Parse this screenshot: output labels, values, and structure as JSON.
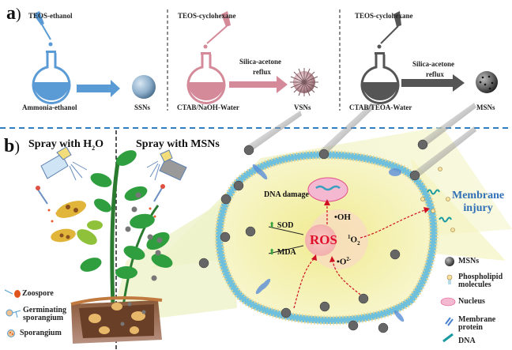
{
  "panel_a": {
    "letter": "a",
    "step1": {
      "reagent": "TEOS-ethanol",
      "solvent": "Ammonia-ethanol",
      "product": "SSNs",
      "color": "#5b9bd5"
    },
    "step2": {
      "reagent": "TEOS-cyclohexane",
      "solvent": "CTAB/NaOH-Water",
      "arrow_label_1": "Silica-acetone",
      "arrow_label_2": "reflux",
      "product": "VSNs",
      "color": "#d48a99"
    },
    "step3": {
      "reagent": "TEOS-cyclohexane",
      "solvent": "CTAB/TEOA-Water",
      "arrow_label_1": "Silica-acetone",
      "arrow_label_2": "reflux",
      "product": "MSNs",
      "color": "#555555"
    }
  },
  "panel_b": {
    "letter": "b",
    "spray_left_prefix": "Spray with H",
    "spray_left_sub": "2",
    "spray_left_suffix": "O",
    "spray_right": "Spray with MSNs",
    "plant_legend": [
      {
        "icon": "zoospore-icon",
        "label": "Zoospore"
      },
      {
        "icon": "germinating-sporangium-icon",
        "label_1": "Germinating",
        "label_2": "sporangium"
      },
      {
        "icon": "sporangium-icon",
        "label": "Sporangium"
      }
    ],
    "cell": {
      "dna_damage": "DNA damage",
      "ros": "ROS",
      "oh": "•OH",
      "singlet_sup": "1",
      "singlet_main": "O",
      "singlet_sub": "2",
      "superoxide_main": "•O",
      "superoxide_sup": "2-",
      "sod": "SOD",
      "mda": "MDA",
      "up_arrow": "⬆",
      "membrane_injury_1": "Membrane",
      "membrane_injury_2": "injury"
    },
    "cell_legend": [
      {
        "icon": "msn-icon",
        "label": "MSNs"
      },
      {
        "icon": "phospholipid-icon",
        "label_1": "Phospholipid",
        "label_2": "molecules"
      },
      {
        "icon": "nucleus-icon",
        "label": "Nucleus"
      },
      {
        "icon": "membrane-protein-icon",
        "label_1": "Membrane",
        "label_2": "protein"
      },
      {
        "icon": "dna-icon",
        "label": "DNA"
      }
    ]
  },
  "colors": {
    "divider": "#2f7fc8",
    "ros_red": "#e0102a",
    "membrane_blue": "#6fc0dc",
    "cell_yellow": "#f4f0a8",
    "leaf_green": "#2e9e3e",
    "membrane_injury_text": "#2f6fb5"
  }
}
